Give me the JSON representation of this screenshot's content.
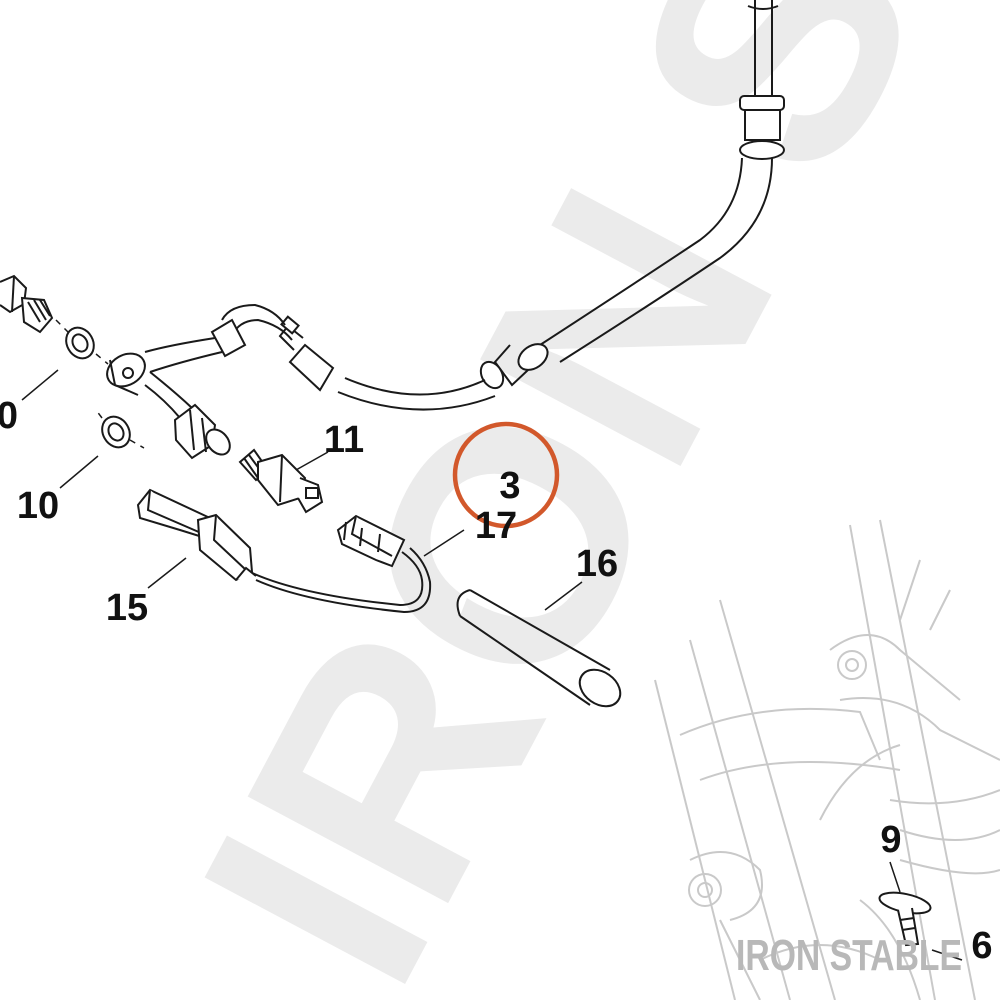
{
  "diagram": {
    "labels": {
      "l10_left": "0",
      "l10": "10",
      "l11": "11",
      "l3": "3",
      "l17": "17",
      "l16": "16",
      "l15": "15",
      "l9": "9",
      "l6": "6"
    },
    "watermark": {
      "large_text": "IRON STABLE",
      "logo_text": "IRON STABLE"
    },
    "colors": {
      "line": "#1a1a1a",
      "ghost_line": "#c9c9c9",
      "highlight_circle": "#d2582b",
      "watermark": "#ebebeb",
      "logo": "#b8b8b8"
    }
  }
}
